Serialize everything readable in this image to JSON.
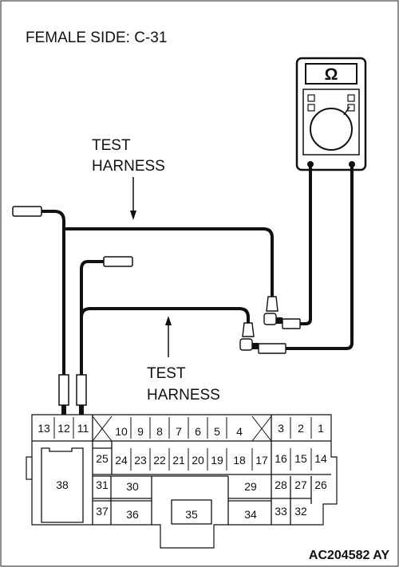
{
  "header": {
    "title": "FEMALE SIDE: C-31"
  },
  "annotations": {
    "test_harness_top": [
      "TEST",
      "HARNESS"
    ],
    "test_harness_bottom": [
      "TEST",
      "HARNESS"
    ]
  },
  "meter": {
    "symbol": "Ω"
  },
  "connector": {
    "row1": [
      "13",
      "12",
      "11",
      "10",
      "9",
      "8",
      "7",
      "6",
      "5",
      "4",
      "3",
      "2",
      "1"
    ],
    "row2": [
      "25",
      "24",
      "23",
      "22",
      "21",
      "20",
      "19",
      "18",
      "17",
      "16",
      "15",
      "14"
    ],
    "row3": [
      "38",
      "31",
      "30",
      "29",
      "28",
      "27",
      "26"
    ],
    "row4": [
      "37",
      "36",
      "35",
      "34",
      "33",
      "32"
    ]
  },
  "figure_code": "AC204582 AY"
}
